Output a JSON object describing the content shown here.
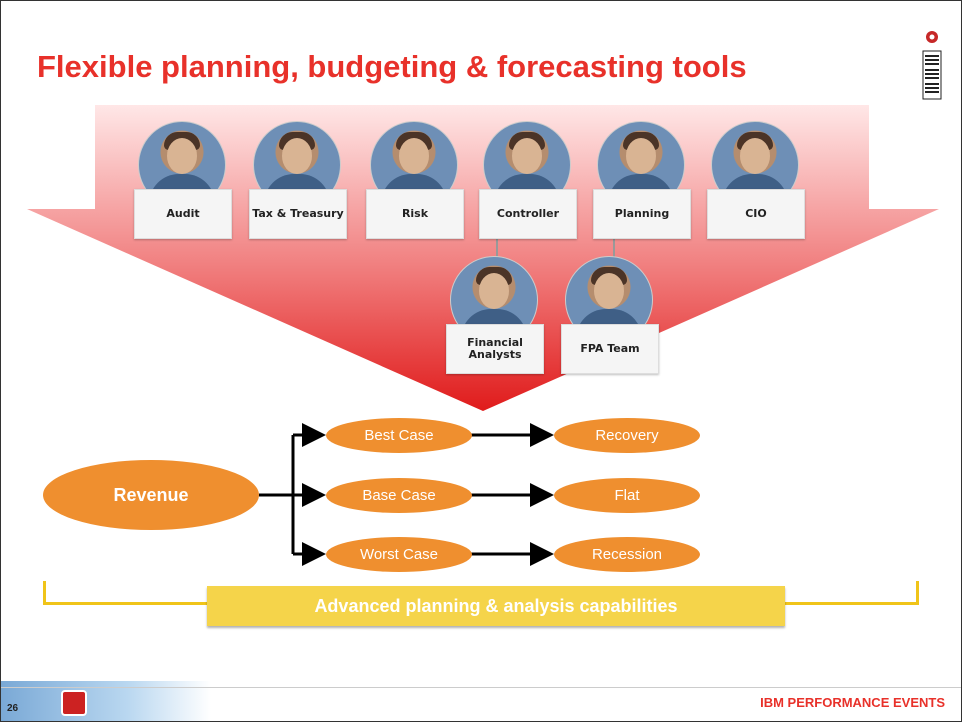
{
  "title": "Flexible planning, budgeting & forecasting tools",
  "people_top": [
    {
      "label": "Audit"
    },
    {
      "label": "Tax & Treasury"
    },
    {
      "label": "Risk"
    },
    {
      "label": "Controller"
    },
    {
      "label": "Planning"
    },
    {
      "label": "CIO"
    }
  ],
  "people_bottom": [
    {
      "label": "Financial Analysts"
    },
    {
      "label": "FPA Team"
    }
  ],
  "flow": {
    "revenue": "Revenue",
    "cases": [
      "Best Case",
      "Base Case",
      "Worst Case"
    ],
    "outcomes": [
      "Recovery",
      "Flat",
      "Recession"
    ]
  },
  "capabilities_bar": "Advanced planning & analysis capabilities",
  "footer": {
    "slide_number": "26",
    "event": "IBM PERFORMANCE EVENTS"
  },
  "colors": {
    "title_red": "#e8312a",
    "oval_orange": "#ef8f2f",
    "bar_yellow": "#f5d44a"
  }
}
